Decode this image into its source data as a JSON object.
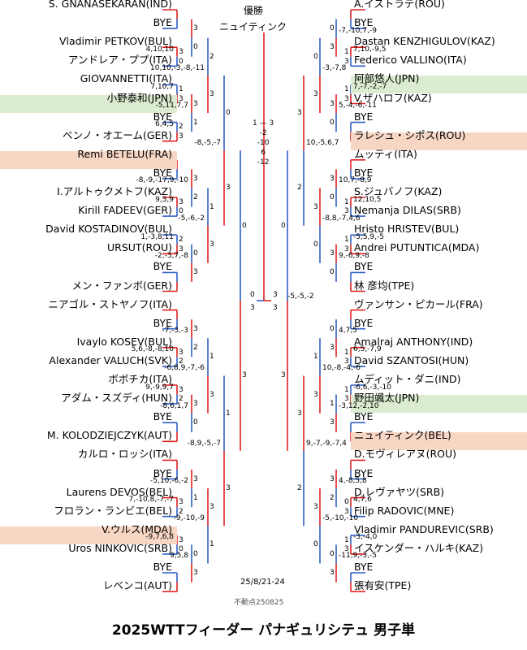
{
  "header": {
    "champion_label": "優勝",
    "champion_name": "ニュイティンク"
  },
  "title": "2025WTTフィーダー パナギュリシテュ 男子単",
  "dates": "25/8/21-24",
  "note": "不動点250825",
  "colors": {
    "win": "#e02020",
    "lose": "#2f5fc4",
    "japan": "#dcecd0",
    "seed": "#f8d6c4"
  },
  "left_players": [
    {
      "name": "S. GNANASEKARAN(IND)"
    },
    {
      "name": "BYE"
    },
    {
      "name": "Vladimir PETKOV(BUL)"
    },
    {
      "name": "アンドレア・ププ(ITA)"
    },
    {
      "name": "GIOVANNETTI(ITA)"
    },
    {
      "name": "小野泰和(JPN)",
      "hl": "japan"
    },
    {
      "name": "BYE"
    },
    {
      "name": "ベンノ・オエーム(GER)"
    },
    {
      "name": "Remi BETELU(FRA)",
      "hl": "seed"
    },
    {
      "name": "BYE"
    },
    {
      "name": "I.アルトゥクメトフ(KAZ)"
    },
    {
      "name": "Kirill FADEEV(GER)"
    },
    {
      "name": "David KOSTADINOV(BUL)"
    },
    {
      "name": "URSUT(ROU)"
    },
    {
      "name": "BYE"
    },
    {
      "name": "メン・ファンボ(GER)"
    },
    {
      "name": "ニアゴル・ストヤノフ(ITA)"
    },
    {
      "name": "BYE"
    },
    {
      "name": "Ivaylo KOSEV(BUL)"
    },
    {
      "name": "Alexander VALUCH(SVK)"
    },
    {
      "name": "ボボチカ(ITA)"
    },
    {
      "name": "アダム・スズディ(HUN)"
    },
    {
      "name": "BYE"
    },
    {
      "name": "M. KOLODZIEJCZYK(AUT)"
    },
    {
      "name": "カルロ・ロッシ(ITA)"
    },
    {
      "name": "BYE"
    },
    {
      "name": "Laurens DEVOS(BEL)"
    },
    {
      "name": "フロラン・ランビエ(BEL)"
    },
    {
      "name": "V.ウルス(MDA)",
      "hl": "seed"
    },
    {
      "name": "Uros NINKOVIC(SRB)"
    },
    {
      "name": "BYE"
    },
    {
      "name": "レベンコ(AUT)"
    }
  ],
  "right_players": [
    {
      "name": "A.イストラテ(ROU)"
    },
    {
      "name": "BYE"
    },
    {
      "name": "Dastan KENZHIGULOV(KAZ)"
    },
    {
      "name": "Federico VALLINO(ITA)"
    },
    {
      "name": "阿部悠人(JPN)",
      "hl": "japan"
    },
    {
      "name": "V.ザハロフ(KAZ)"
    },
    {
      "name": "BYE"
    },
    {
      "name": "ラレシュ・シポス(ROU)",
      "hl": "seed"
    },
    {
      "name": "ムッティ(ITA)"
    },
    {
      "name": "BYE"
    },
    {
      "name": "S.ジュバノフ(KAZ)"
    },
    {
      "name": "Nemanja DILAS(SRB)"
    },
    {
      "name": "Hristo HRISTEV(BUL)"
    },
    {
      "name": "Andrei PUTUNTICA(MDA)"
    },
    {
      "name": "BYE"
    },
    {
      "name": "林 彦均(TPE)"
    },
    {
      "name": "ヴァンサン・ピカール(FRA)"
    },
    {
      "name": "BYE"
    },
    {
      "name": "Amalraj ANTHONY(IND)"
    },
    {
      "name": "David SZANTOSI(HUN)"
    },
    {
      "name": "ムディット・ダニ(IND)"
    },
    {
      "name": "野田颯太(JPN)",
      "hl": "japan"
    },
    {
      "name": "BYE"
    },
    {
      "name": "ニュイティンク(BEL)",
      "hl": "seed"
    },
    {
      "name": "D.モヴィレアヌ(ROU)"
    },
    {
      "name": "BYE"
    },
    {
      "name": "D.レヴァヤツ(SRB)"
    },
    {
      "name": "Filip RADOVIC(MNE)"
    },
    {
      "name": "Vladimir PANDUREVIC(SRB)"
    },
    {
      "name": "イスケンダー・ハルキ(KAZ)"
    },
    {
      "name": "BYE"
    },
    {
      "name": "張有安(TPE)"
    }
  ],
  "left_rounds": [
    [
      {
        "w": 0,
        "s": [
          "",
          ""
        ],
        "d": ""
      },
      {
        "w": 0,
        "s": [
          "3",
          "0"
        ],
        "d": "4,10,10"
      },
      {
        "w": 1,
        "s": [
          "1",
          "3"
        ],
        "d": "7,10,7"
      },
      {
        "w": 1,
        "s": [
          "2",
          "3"
        ],
        "d": "6,4,5"
      },
      {
        "w": 0,
        "s": [
          "",
          ""
        ],
        "d": ""
      },
      {
        "w": 0,
        "s": [
          "3",
          "0"
        ],
        "d": "9,3,9"
      },
      {
        "w": 1,
        "s": [
          "2",
          "3"
        ],
        "d": "1,-3,8,11"
      },
      {
        "w": 1,
        "s": [
          "",
          ""
        ],
        "d": ""
      },
      {
        "w": 0,
        "s": [
          "",
          ""
        ],
        "d": ""
      },
      {
        "w": 0,
        "s": [
          "3",
          "2"
        ],
        "d": "5,6,-8,-8,10"
      },
      {
        "w": 0,
        "s": [
          "3",
          "2"
        ],
        "d": "9,-9,9,7"
      },
      {
        "w": 1,
        "s": [
          "",
          ""
        ],
        "d": ""
      },
      {
        "w": 0,
        "s": [
          "",
          ""
        ],
        "d": ""
      },
      {
        "w": 0,
        "s": [
          "3",
          "2"
        ],
        "d": "7,-10,8,-7,-7"
      },
      {
        "w": 0,
        "s": [
          "3",
          "0"
        ],
        "d": "-9,7,6,8"
      },
      {
        "w": 1,
        "s": [
          "",
          ""
        ],
        "d": ""
      }
    ],
    [
      {
        "w": 0,
        "s": [
          "3",
          "0"
        ],
        "d": ""
      },
      {
        "w": 0,
        "s": [
          "3",
          "1"
        ],
        "d": "-5,11,7,7"
      },
      {
        "w": 0,
        "s": [
          "3",
          "2"
        ],
        "d": "-8,-9,-17,9,-10"
      },
      {
        "w": 1,
        "s": [
          "0",
          "3"
        ],
        "d": "-2,-3,7,-8"
      },
      {
        "w": 0,
        "s": [
          "3",
          "2"
        ],
        "d": "-7,-3,-3"
      },
      {
        "w": 0,
        "s": [
          "3",
          "0"
        ],
        "d": "-8,6,1,7"
      },
      {
        "w": 0,
        "s": [
          "3",
          "1"
        ],
        "d": "-5,10,-6,-2"
      },
      {
        "w": 1,
        "s": [
          "0",
          "3"
        ],
        "d": "9,5,8"
      }
    ],
    [
      {
        "w": 1,
        "s": [
          "2",
          "3"
        ],
        "d": "10,10,-3,-8,-11"
      },
      {
        "w": 1,
        "s": [
          "1",
          "3"
        ],
        "d": "-5,-6,-2"
      },
      {
        "w": 1,
        "s": [
          "1",
          "3"
        ],
        "d": "-6,8,9,-7,-6"
      },
      {
        "w": 0,
        "s": [
          "3",
          "1"
        ],
        "d": "-9,-10,-9"
      }
    ],
    [
      {
        "w": 1,
        "s": [
          "0",
          "3"
        ],
        "d": "-8,-5,-7"
      },
      {
        "w": 1,
        "s": [
          "1",
          "3"
        ],
        "d": "-8,9,-5,-7"
      }
    ],
    [
      {
        "w": 1,
        "s": [
          "0",
          "3"
        ],
        "d": ""
      }
    ]
  ],
  "right_rounds": [
    [
      {
        "w": 0,
        "s": [
          "",
          ""
        ],
        "d": ""
      },
      {
        "w": 0,
        "s": [
          "1",
          "3"
        ],
        "d": "7,10,-9,5"
      },
      {
        "w": 1,
        "s": [
          "1",
          "3"
        ],
        "d": "7,-7,-2,-7"
      },
      {
        "w": 1,
        "s": [
          "",
          ""
        ],
        "d": ""
      },
      {
        "w": 0,
        "s": [
          "",
          ""
        ],
        "d": ""
      },
      {
        "w": 0,
        "s": [
          "1",
          "3"
        ],
        "d": "12,10,5"
      },
      {
        "w": 1,
        "s": [
          "1",
          "3"
        ],
        "d": "-5,5,9,-5"
      },
      {
        "w": 1,
        "s": [
          "",
          ""
        ],
        "d": ""
      },
      {
        "w": 0,
        "s": [
          "",
          ""
        ],
        "d": ""
      },
      {
        "w": 0,
        "s": [
          "1",
          "3"
        ],
        "d": "6,5,-7,9"
      },
      {
        "w": 1,
        "s": [
          "1",
          "3"
        ],
        "d": "-6,6,-3,-10"
      },
      {
        "w": 1,
        "s": [
          "",
          ""
        ],
        "d": ""
      },
      {
        "w": 0,
        "s": [
          "",
          ""
        ],
        "d": ""
      },
      {
        "w": 0,
        "s": [
          "0",
          "3"
        ],
        "d": "4,7,6"
      },
      {
        "w": 1,
        "s": [
          "1",
          "3"
        ],
        "d": "-3,-4,0"
      },
      {
        "w": 1,
        "s": [
          "",
          ""
        ],
        "d": ""
      }
    ],
    [
      {
        "w": 1,
        "s": [
          "0",
          "3"
        ],
        "d": "-7,-10,7,-9"
      },
      {
        "w": 0,
        "s": [
          "3",
          "0"
        ],
        "d": "5,-4,-6,-11"
      },
      {
        "w": 0,
        "s": [
          "3",
          "0"
        ],
        "d": "10,7,-8,9"
      },
      {
        "w": 0,
        "s": [
          "3",
          "0"
        ],
        "d": "9,-6,9,-8"
      },
      {
        "w": 1,
        "s": [
          "0",
          "3"
        ],
        "d": "4,7,5"
      },
      {
        "w": 1,
        "s": [
          "1",
          "3"
        ],
        "d": "-3,12,-2,10"
      },
      {
        "w": 0,
        "s": [
          "3",
          "2"
        ],
        "d": "4,-8,5,8"
      },
      {
        "w": 1,
        "s": [
          "0",
          "3"
        ],
        "d": "-11,9,-3,-5"
      }
    ],
    [
      {
        "w": 1,
        "s": [
          "0",
          "3"
        ],
        "d": "-3,-7,8"
      },
      {
        "w": 0,
        "s": [
          "3",
          "0"
        ],
        "d": "-8,8,-7,4,6"
      },
      {
        "w": 1,
        "s": [
          "1",
          "3"
        ],
        "d": "10,-8,-4,-6"
      },
      {
        "w": 0,
        "s": [
          "3",
          "0"
        ],
        "d": "-5,-10,-10"
      }
    ],
    [
      {
        "w": 0,
        "s": [
          "3",
          "2"
        ],
        "d": "10,-5,6,7"
      },
      {
        "w": 0,
        "s": [
          "3",
          "2"
        ],
        "d": "9,-7,-9,-7,4"
      }
    ],
    [
      {
        "w": 1,
        "s": [
          "0",
          "3"
        ],
        "d": ""
      }
    ]
  ],
  "final": {
    "w": 1,
    "s": [
      "0",
      "3"
    ],
    "d": "-5,-5,-2",
    "total": "1 — 3\n-2\n-10\n6\n-12"
  }
}
